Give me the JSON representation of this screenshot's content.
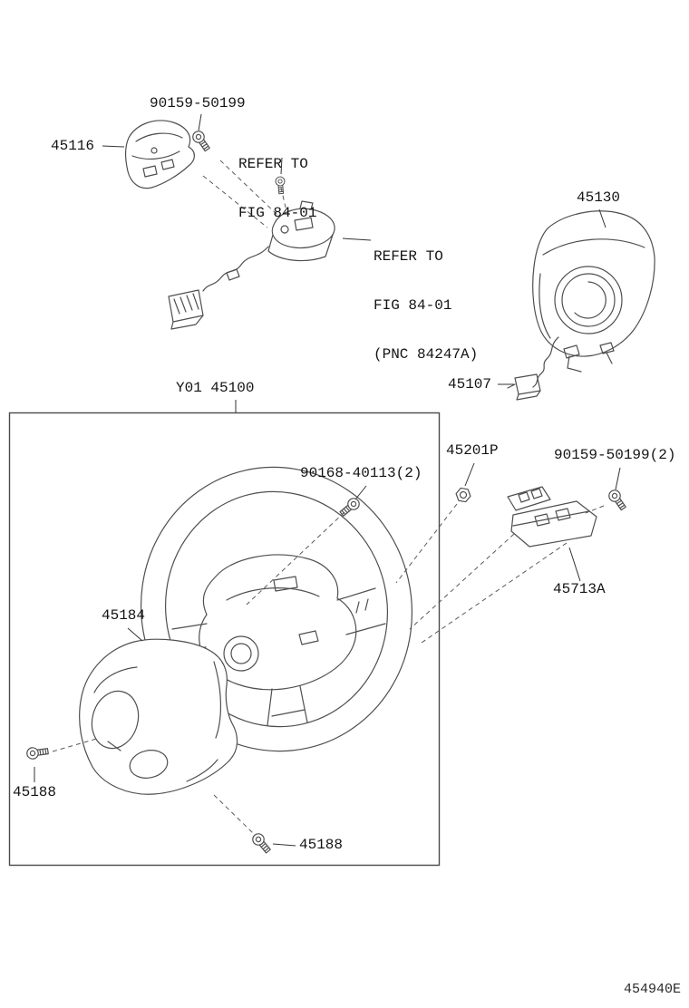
{
  "diagram": {
    "footer_code": "454940E",
    "labels": {
      "screw_top": "90159-50199",
      "upper_cover": "45116",
      "refer_top_1": "REFER TO",
      "refer_top_2": "FIG 84-01",
      "airbag": "45130",
      "refer_mid_1": "REFER TO",
      "refer_mid_2": "FIG 84-01",
      "refer_mid_3": "(PNC 84247A)",
      "spiral_wire": "45107",
      "wheel_assy": "Y01 45100",
      "screw_center": "90168-40113(2)",
      "nut": "45201P",
      "screw_right": "90159-50199(2)",
      "switch_module": "45713A",
      "lower_cover": "45184",
      "screw_left": "45188",
      "screw_bottom": "45188"
    }
  }
}
